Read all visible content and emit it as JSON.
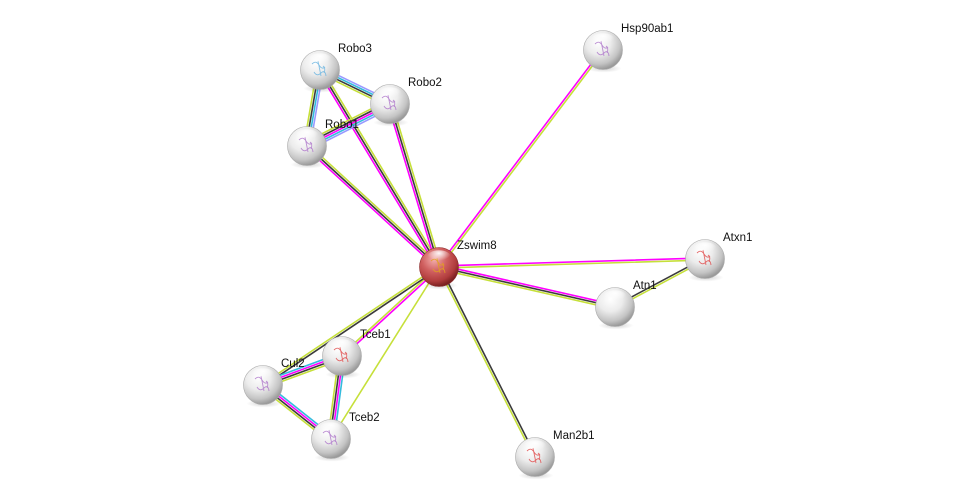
{
  "diagram": {
    "type": "protein-interaction-network",
    "center_node": "Zswim8",
    "edge_colors": {
      "experiments": "#ff00ff",
      "textmining": "#c6e03a",
      "coexpression": "#3b3b3b",
      "databases": "#33bbdd",
      "homology": "#9999ff",
      "neighborhood": "#22cc22"
    },
    "node_colors": {
      "query": "#c9504f",
      "default": "#e8e8e8"
    },
    "nodes": [
      {
        "id": "Robo3",
        "label": "Robo3",
        "query": false,
        "glyph": "#6fb6e0"
      },
      {
        "id": "Robo2",
        "label": "Robo2",
        "query": false,
        "glyph": "#b07acb"
      },
      {
        "id": "Robo1",
        "label": "Robo1",
        "query": false,
        "glyph": "#b07acb"
      },
      {
        "id": "Hsp90ab1",
        "label": "Hsp90ab1",
        "query": false,
        "glyph": "#b07acb"
      },
      {
        "id": "Zswim8",
        "label": "Zswim8",
        "query": true,
        "glyph": "#e0a020"
      },
      {
        "id": "Atxn1",
        "label": "Atxn1",
        "query": false,
        "glyph": "#e05050"
      },
      {
        "id": "Atn1",
        "label": "Atn1",
        "query": false,
        "glyph": ""
      },
      {
        "id": "Tceb1",
        "label": "Tceb1",
        "query": false,
        "glyph": "#e05050"
      },
      {
        "id": "Cul2",
        "label": "Cul2",
        "query": false,
        "glyph": "#b07acb"
      },
      {
        "id": "Tceb2",
        "label": "Tceb2",
        "query": false,
        "glyph": "#b07acb"
      },
      {
        "id": "Man2b1",
        "label": "Man2b1",
        "query": false,
        "glyph": "#e05050"
      }
    ],
    "edges": [
      {
        "from": "Zswim8",
        "to": "Robo3",
        "channels": [
          "experiments",
          "coexpression",
          "textmining"
        ]
      },
      {
        "from": "Zswim8",
        "to": "Robo2",
        "channels": [
          "experiments",
          "coexpression",
          "textmining"
        ]
      },
      {
        "from": "Zswim8",
        "to": "Robo1",
        "channels": [
          "experiments",
          "coexpression",
          "textmining"
        ]
      },
      {
        "from": "Zswim8",
        "to": "Hsp90ab1",
        "channels": [
          "experiments",
          "textmining"
        ]
      },
      {
        "from": "Zswim8",
        "to": "Atxn1",
        "channels": [
          "experiments",
          "textmining"
        ]
      },
      {
        "from": "Zswim8",
        "to": "Atn1",
        "channels": [
          "experiments",
          "coexpression",
          "textmining"
        ]
      },
      {
        "from": "Zswim8",
        "to": "Man2b1",
        "channels": [
          "coexpression",
          "textmining"
        ]
      },
      {
        "from": "Zswim8",
        "to": "Tceb1",
        "channels": [
          "experiments",
          "textmining"
        ]
      },
      {
        "from": "Zswim8",
        "to": "Cul2",
        "channels": [
          "coexpression",
          "textmining"
        ]
      },
      {
        "from": "Zswim8",
        "to": "Tceb2",
        "channels": [
          "textmining"
        ]
      },
      {
        "from": "Robo3",
        "to": "Robo2",
        "channels": [
          "homology",
          "databases",
          "coexpression",
          "textmining"
        ]
      },
      {
        "from": "Robo3",
        "to": "Robo1",
        "channels": [
          "homology",
          "databases",
          "coexpression",
          "textmining"
        ]
      },
      {
        "from": "Robo2",
        "to": "Robo1",
        "channels": [
          "homology",
          "databases",
          "experiments",
          "coexpression",
          "textmining"
        ]
      },
      {
        "from": "Atn1",
        "to": "Atxn1",
        "channels": [
          "coexpression",
          "textmining"
        ]
      },
      {
        "from": "Cul2",
        "to": "Tceb1",
        "channels": [
          "databases",
          "experiments",
          "coexpression",
          "textmining"
        ]
      },
      {
        "from": "Cul2",
        "to": "Tceb2",
        "channels": [
          "databases",
          "experiments",
          "coexpression",
          "textmining"
        ]
      },
      {
        "from": "Tceb1",
        "to": "Tceb2",
        "channels": [
          "databases",
          "experiments",
          "coexpression",
          "textmining"
        ]
      }
    ]
  }
}
